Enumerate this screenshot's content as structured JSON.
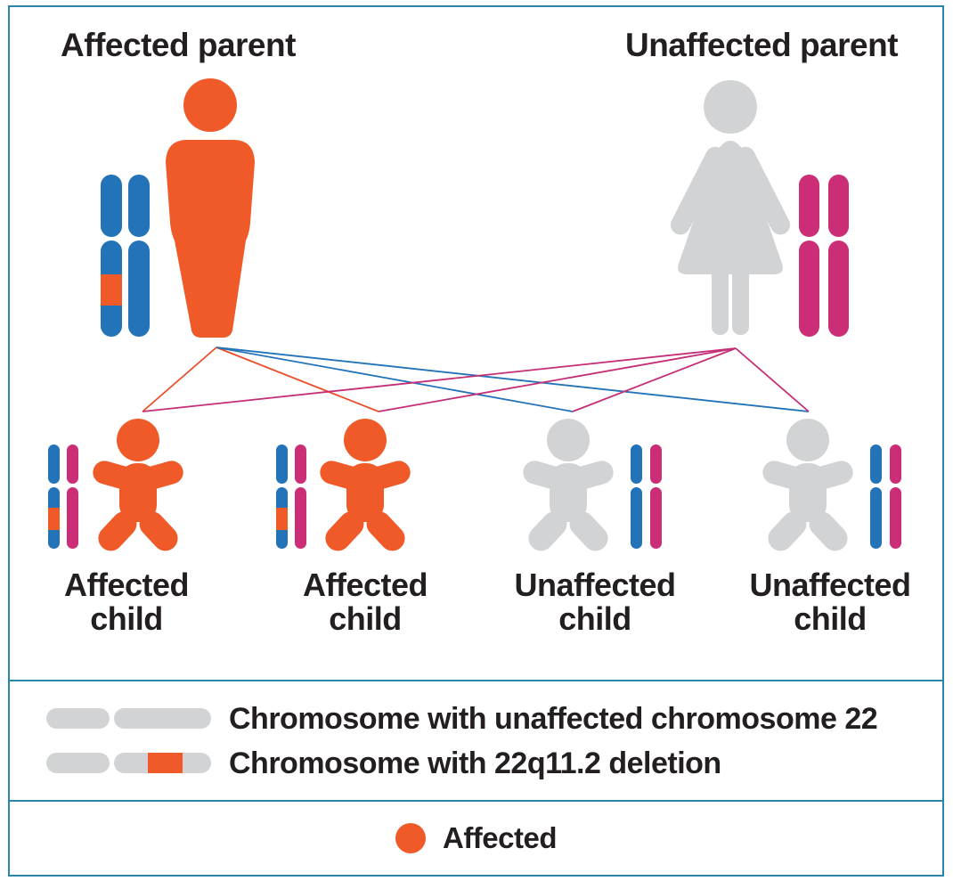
{
  "parents": [
    {
      "id": "affected-parent",
      "label": "Affected parent",
      "status": "affected",
      "figure": "male",
      "chromosomes": [
        "chromosome 22 with 22q11.2 deletion",
        "unaffected chromosome 22"
      ]
    },
    {
      "id": "unaffected-parent",
      "label": "Unaffected parent",
      "status": "unaffected",
      "figure": "female",
      "chromosomes": [
        "unaffected chromosome 22",
        "unaffected chromosome 22"
      ]
    }
  ],
  "children": [
    {
      "id": "child-1",
      "label": "Affected\nchild",
      "status": "affected",
      "chromosomes": [
        "chromosome 22 with 22q11.2 deletion",
        "unaffected chromosome 22"
      ]
    },
    {
      "id": "child-2",
      "label": "Affected\nchild",
      "status": "affected",
      "chromosomes": [
        "chromosome 22 with 22q11.2 deletion",
        "unaffected chromosome 22"
      ]
    },
    {
      "id": "child-3",
      "label": "Unaffected\nchild",
      "status": "unaffected",
      "chromosomes": [
        "unaffected chromosome 22",
        "unaffected chromosome 22"
      ]
    },
    {
      "id": "child-4",
      "label": "Unaffected\nchild",
      "status": "unaffected",
      "chromosomes": [
        "unaffected chromosome 22",
        "unaffected chromosome 22"
      ]
    }
  ],
  "legend": {
    "rows": [
      {
        "label": "Chromosome with unaffected chromosome 22",
        "glyph": "gray-chromosome"
      },
      {
        "label": "Chromosome with 22q11.2 deletion",
        "glyph": "gray-chromosome-with-orange-band"
      }
    ]
  },
  "footer": {
    "label": "Affected",
    "glyph": "orange-dot"
  },
  "colors": {
    "affected_orange": "#F05A28",
    "unaffected_gray": "#D1D3D4",
    "chromosome_blue": "#2273B8",
    "chromosome_pink": "#CB2E76",
    "deletion_band": "#F05A28",
    "line_from_affected_parent_deletion": "#E94E2B",
    "line_from_affected_parent_normal": "#2273B8",
    "line_from_unaffected_parent": "#C42E76",
    "panel_border": "#2A85A8",
    "text": "#231F20"
  }
}
